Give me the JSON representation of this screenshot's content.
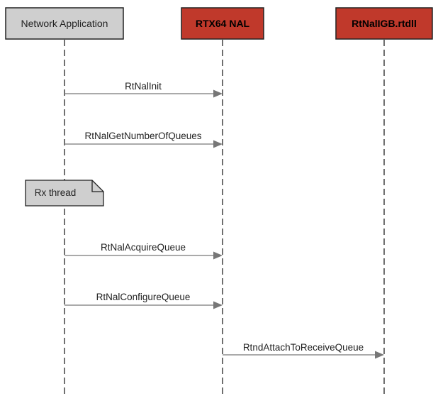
{
  "participants": [
    {
      "id": "app",
      "label": "Network Application",
      "fill": "#cfcfcf",
      "text_color": "#222222",
      "bold": false
    },
    {
      "id": "nal",
      "label": "RTX64 NAL",
      "fill": "#c0392b",
      "text_color": "#000000",
      "bold": true
    },
    {
      "id": "drv",
      "label": "RtNalIGB.rtdll",
      "fill": "#c0392b",
      "text_color": "#000000",
      "bold": true
    }
  ],
  "messages": [
    {
      "from": "app",
      "to": "nal",
      "label": "RtNalInit"
    },
    {
      "from": "app",
      "to": "nal",
      "label": "RtNalGetNumberOfQueues"
    },
    {
      "from": "app",
      "to": "nal",
      "label": "RtNalAcquireQueue"
    },
    {
      "from": "app",
      "to": "nal",
      "label": "RtNalConfigureQueue"
    },
    {
      "from": "nal",
      "to": "drv",
      "label": "RtndAttachToReceiveQueue"
    }
  ],
  "notes": [
    {
      "over": "app",
      "label": "Rx thread",
      "fill": "#cfcfcf"
    }
  ],
  "colors": {
    "lifeline": "#222222",
    "arrow": "#777777",
    "border": "#222222"
  }
}
